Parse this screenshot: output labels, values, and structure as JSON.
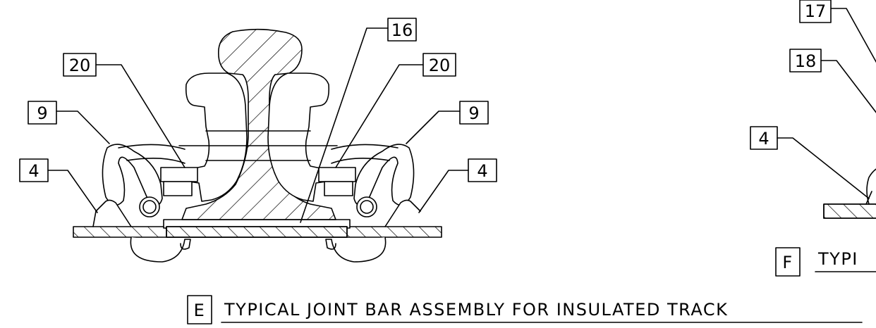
{
  "view_e": {
    "letter": "E",
    "title": "TYPICAL JOINT BAR ASSEMBLY FOR INSULATED TRACK",
    "callouts": [
      {
        "id": "callout-16",
        "label": "16"
      },
      {
        "id": "callout-20-left",
        "label": "20"
      },
      {
        "id": "callout-20-right",
        "label": "20"
      },
      {
        "id": "callout-9-left",
        "label": "9"
      },
      {
        "id": "callout-9-right",
        "label": "9"
      },
      {
        "id": "callout-4-left",
        "label": "4"
      },
      {
        "id": "callout-4-right",
        "label": "4"
      }
    ]
  },
  "view_f": {
    "letter": "F",
    "title_partial": "TYPI",
    "callouts": [
      {
        "id": "callout-17",
        "label": "17"
      },
      {
        "id": "callout-18",
        "label": "18"
      },
      {
        "id": "callout-4-far",
        "label": "4"
      }
    ]
  },
  "colors": {
    "line": "#000000",
    "background": "#ffffff"
  }
}
